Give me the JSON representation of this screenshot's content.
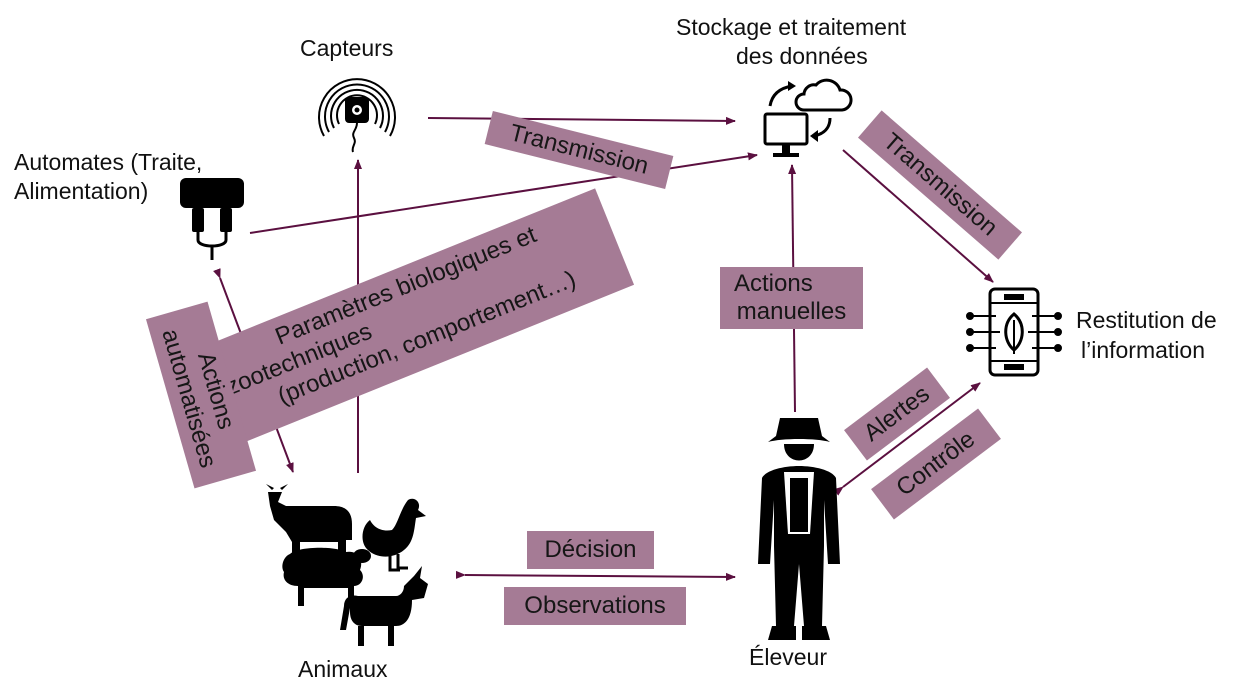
{
  "nodes": {
    "capteurs": "Capteurs",
    "stockage_line1": "Stockage et traitement",
    "stockage_line2": "des données",
    "automates_line1": "Automates (Traite,",
    "automates_line2": "Alimentation)",
    "restitution_line1": "Restitution de",
    "restitution_line2": "l’information",
    "animaux": "Animaux",
    "eleveur": "Éleveur"
  },
  "tags": {
    "transmission_top": "Transmission",
    "transmission_right": "Transmission",
    "parametres_line1": "Paramètres biologiques et",
    "parametres_line2": "zootechniques",
    "parametres_line3": "(production, comportement…)",
    "actions_auto_line1": "Actions",
    "actions_auto_line2": "automatisées",
    "actions_manuelles_line1": "Actions",
    "actions_manuelles_line2": "manuelles",
    "alertes": "Alertes",
    "controle": "Contrôle",
    "decision": "Décision",
    "observations": "Observations"
  },
  "colors": {
    "arrow": "#5b1040",
    "tag_fill": "#a57b95",
    "icon": "#000000"
  }
}
